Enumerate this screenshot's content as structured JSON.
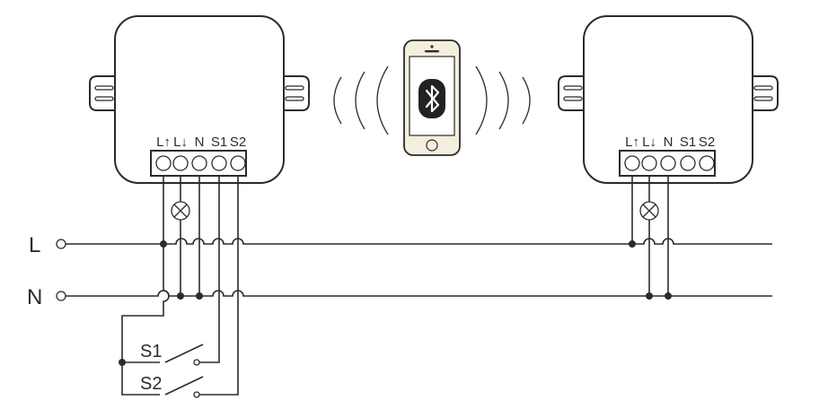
{
  "rails": {
    "live": "L",
    "neutral": "N"
  },
  "terminals": {
    "l_out": "L↑",
    "l_in": "L↓",
    "n": "N",
    "s1": "S1",
    "s2": "S2"
  },
  "switches": {
    "s1": "S1",
    "s2": "S2"
  },
  "icons": {
    "phone": "smartphone-icon",
    "bluetooth": "bluetooth-icon",
    "lamp": "lamp-icon"
  },
  "colors": {
    "line": "#2b2b2b",
    "phone_body": "#f3eedd",
    "phone_screen": "#ffffff",
    "bt_badge": "#222222"
  }
}
